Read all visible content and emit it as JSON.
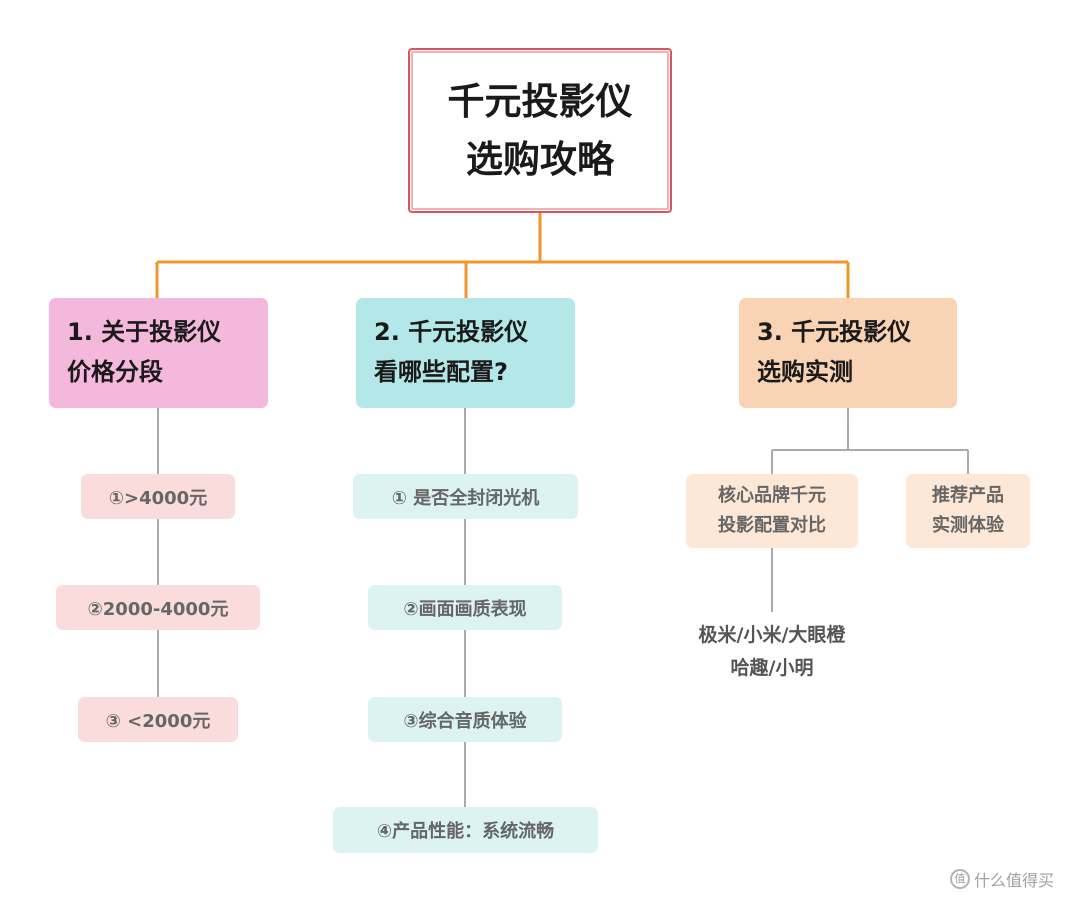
{
  "root": {
    "line1": "千元投影仪",
    "line2": "选购攻略"
  },
  "categories": [
    {
      "line1": "1. 关于投影仪",
      "line2": "价格分段",
      "color": "#f4b8dd"
    },
    {
      "line1": "2. 千元投影仪",
      "line2": "看哪些配置?",
      "color": "#b4e7e8"
    },
    {
      "line1": "3. 千元投影仪",
      "line2": "选购实测",
      "color": "#f8d3b4"
    }
  ],
  "price_items": [
    "①>4000元",
    "②2000-4000元",
    "③ <2000元"
  ],
  "config_items": [
    "① 是否全封闭光机",
    "②画面画质表现",
    "③综合音质体验",
    "④产品性能：系统流畅"
  ],
  "test_items": [
    {
      "line1": "核心品牌千元",
      "line2": "投影配置对比"
    },
    {
      "line1": "推荐产品",
      "line2": "实测体验"
    }
  ],
  "brands_note": {
    "line1": "极米/小米/大眼橙",
    "line2": "哈趣/小明"
  },
  "watermark": {
    "icon": "值",
    "text": "什么值得买"
  },
  "colors": {
    "connector": "#f0962b",
    "branch": "#aaaaaa",
    "root_border": "#d9545c"
  }
}
